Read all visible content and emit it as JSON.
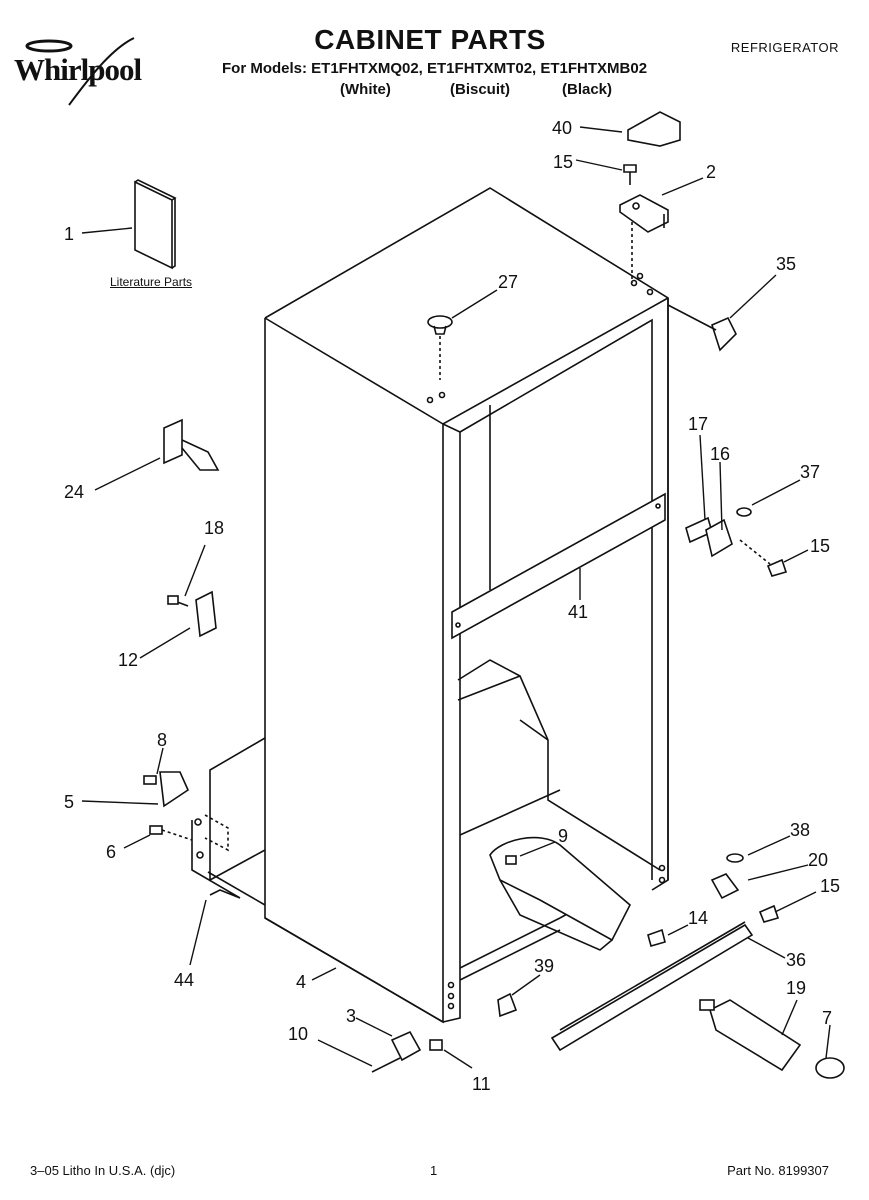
{
  "brand": "Whirlpool",
  "header": {
    "title": "CABINET PARTS",
    "models_line": "For Models: ET1FHTXMQ02, ET1FHTXMT02, ET1FHTXMB02",
    "colors": [
      "(White)",
      "(Biscuit)",
      "(Black)"
    ],
    "category": "REFRIGERATOR"
  },
  "diagram": {
    "literature_label": "Literature Parts",
    "callouts": [
      "1",
      "2",
      "3",
      "4",
      "5",
      "6",
      "7",
      "8",
      "9",
      "10",
      "11",
      "12",
      "14",
      "15",
      "15",
      "15",
      "16",
      "17",
      "18",
      "19",
      "20",
      "24",
      "27",
      "35",
      "36",
      "37",
      "38",
      "39",
      "40",
      "41",
      "44"
    ]
  },
  "footer": {
    "left": "3–05 Litho In U.S.A. (djc)",
    "center": "1",
    "right": "Part No. 8199307"
  }
}
